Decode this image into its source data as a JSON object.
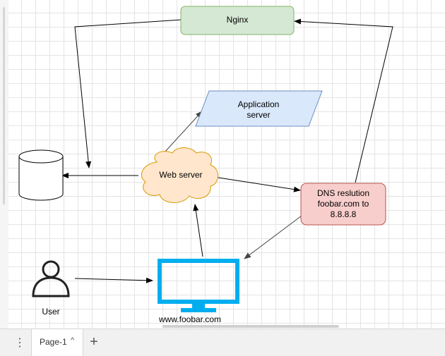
{
  "nodes": {
    "nginx": "Nginx",
    "app_server": [
      "Application",
      "server"
    ],
    "web_server": "Web server",
    "dns": [
      "DNS reslution",
      "foobar.com to",
      "8.8.8.8"
    ],
    "user": "User",
    "monitor": "www.foobar.com"
  },
  "colors": {
    "nginx_fill": "#d5e8d4",
    "nginx_stroke": "#82b366",
    "app_fill": "#dae8fc",
    "app_stroke": "#6c8ebf",
    "web_fill": "#ffe6cc",
    "web_stroke": "#d79b00",
    "dns_fill": "#f8cecc",
    "dns_stroke": "#b85450",
    "monitor": "#00aeef"
  },
  "footer": {
    "menu_icon": "vertical-ellipsis-icon",
    "page_tab": "Page-1",
    "caret": "^",
    "add_icon": "plus-icon"
  }
}
